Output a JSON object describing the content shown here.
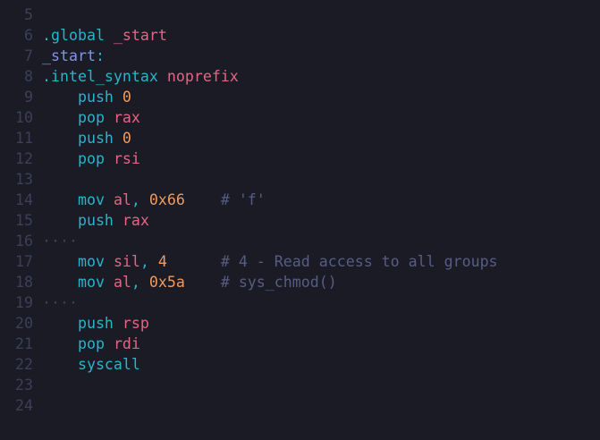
{
  "colors": {
    "background": "#1b1b26",
    "keyword": "#26b5c9",
    "register": "#e46582",
    "number": "#ef9a5e",
    "label": "#7c95e8",
    "comment": "#565d80",
    "line_number": "#3b4058"
  },
  "lines": [
    {
      "n": "5",
      "tokens": []
    },
    {
      "n": "6",
      "tokens": [
        {
          "t": ".global ",
          "c": "k"
        },
        {
          "t": "_start",
          "c": "r"
        }
      ]
    },
    {
      "n": "7",
      "tokens": [
        {
          "t": "_start",
          "c": "l"
        },
        {
          "t": ":",
          "c": "k"
        }
      ]
    },
    {
      "n": "8",
      "tokens": [
        {
          "t": ".intel_syntax ",
          "c": "k"
        },
        {
          "t": "noprefix",
          "c": "r"
        }
      ]
    },
    {
      "n": "9",
      "tokens": [
        {
          "t": "    push ",
          "c": "k"
        },
        {
          "t": "0",
          "c": "n"
        }
      ]
    },
    {
      "n": "10",
      "tokens": [
        {
          "t": "    pop ",
          "c": "k"
        },
        {
          "t": "rax",
          "c": "r"
        }
      ]
    },
    {
      "n": "11",
      "tokens": [
        {
          "t": "    push ",
          "c": "k"
        },
        {
          "t": "0",
          "c": "n"
        }
      ]
    },
    {
      "n": "12",
      "tokens": [
        {
          "t": "    pop ",
          "c": "k"
        },
        {
          "t": "rsi",
          "c": "r"
        }
      ]
    },
    {
      "n": "13",
      "tokens": []
    },
    {
      "n": "14",
      "tokens": [
        {
          "t": "    mov ",
          "c": "k"
        },
        {
          "t": "al",
          "c": "r"
        },
        {
          "t": ", ",
          "c": "k"
        },
        {
          "t": "0x66",
          "c": "n"
        },
        {
          "t": "    # 'f'",
          "c": "c"
        }
      ]
    },
    {
      "n": "15",
      "tokens": [
        {
          "t": "    push ",
          "c": "k"
        },
        {
          "t": "rax",
          "c": "r"
        }
      ]
    },
    {
      "n": "16",
      "tokens": [
        {
          "t": "····",
          "c": "w"
        }
      ]
    },
    {
      "n": "17",
      "tokens": [
        {
          "t": "    mov ",
          "c": "k"
        },
        {
          "t": "sil",
          "c": "r"
        },
        {
          "t": ", ",
          "c": "k"
        },
        {
          "t": "4",
          "c": "n"
        },
        {
          "t": "      # 4 - Read access to all groups",
          "c": "c"
        }
      ]
    },
    {
      "n": "18",
      "tokens": [
        {
          "t": "    mov ",
          "c": "k"
        },
        {
          "t": "al",
          "c": "r"
        },
        {
          "t": ", ",
          "c": "k"
        },
        {
          "t": "0x5a",
          "c": "n"
        },
        {
          "t": "    # sys_chmod()",
          "c": "c"
        }
      ]
    },
    {
      "n": "19",
      "tokens": [
        {
          "t": "····",
          "c": "w"
        }
      ]
    },
    {
      "n": "20",
      "tokens": [
        {
          "t": "    push ",
          "c": "k"
        },
        {
          "t": "rsp",
          "c": "r"
        }
      ]
    },
    {
      "n": "21",
      "tokens": [
        {
          "t": "    pop ",
          "c": "k"
        },
        {
          "t": "rdi",
          "c": "r"
        }
      ]
    },
    {
      "n": "22",
      "tokens": [
        {
          "t": "    syscall",
          "c": "k"
        }
      ]
    },
    {
      "n": "23",
      "tokens": []
    },
    {
      "n": "24",
      "tokens": []
    }
  ]
}
